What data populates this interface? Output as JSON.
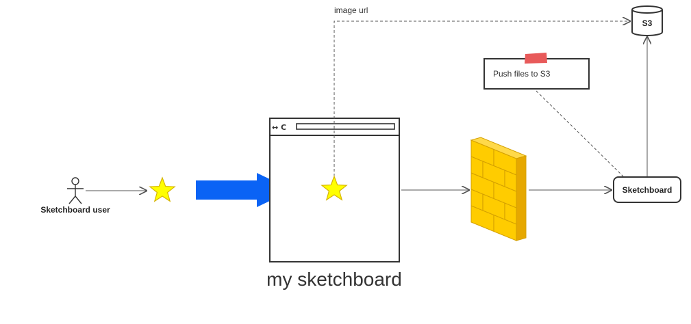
{
  "diagram": {
    "user_label": "Sketchboard user",
    "browser_caption": "my sketchboard",
    "image_url_label": "image url",
    "s3_label": "S3",
    "note_text": "Push files to S3",
    "service_label": "Sketchboard",
    "browser_nav_glyphs": "↔ C"
  },
  "colors": {
    "arrow_blue": "#0a63f5",
    "star_yellow": "#ffff00",
    "star_stroke": "#d6b400",
    "wall_face": "#ffcc00",
    "wall_shade": "#e6a800",
    "wall_line": "#d4a000",
    "note_pin": "#e85a5a",
    "line": "#555555"
  }
}
